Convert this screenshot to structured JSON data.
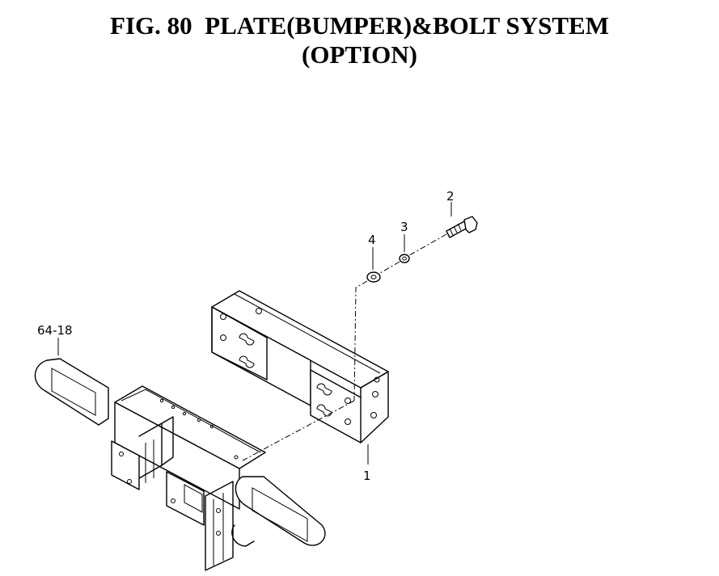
{
  "figure": {
    "title_line1": "FIG. 80  PLATE(BUMPER)&BOLT SYSTEM",
    "title_line2": "(OPTION)"
  },
  "callouts": {
    "bumper_plate": "1",
    "bolt": "2",
    "spring_washer": "3",
    "flat_washer": "4",
    "bumper_frame": "64-18"
  }
}
